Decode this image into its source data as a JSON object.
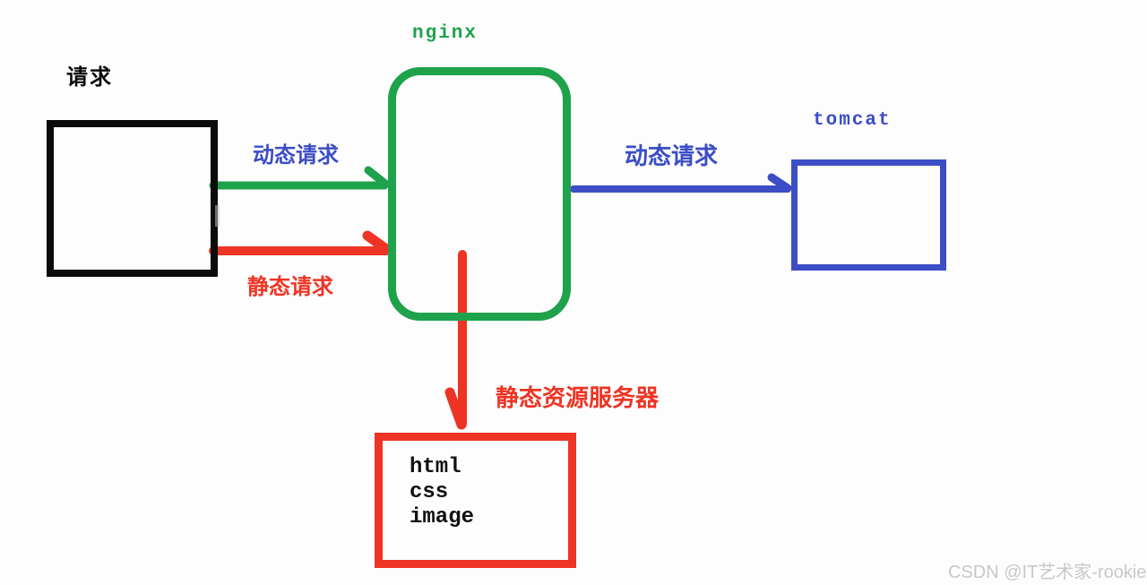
{
  "colors": {
    "background": "#fcfdfc",
    "green": "#1ea24b",
    "blue": "#3c4dc5",
    "red": "#ee3424",
    "black": "#0b0b0b",
    "gray": "#c8c8c8"
  },
  "labels": {
    "request": "请求",
    "nginx": "nginx",
    "tomcat": "tomcat",
    "dynamic_request_left": "动态请求",
    "static_request_left": "静态请求",
    "dynamic_request_right": "动态请求",
    "static_resource_server": "静态资源服务器",
    "static_files": [
      "html",
      "css",
      "image"
    ]
  },
  "watermark": {
    "text": "CSDN @IT艺术家-rookie"
  }
}
